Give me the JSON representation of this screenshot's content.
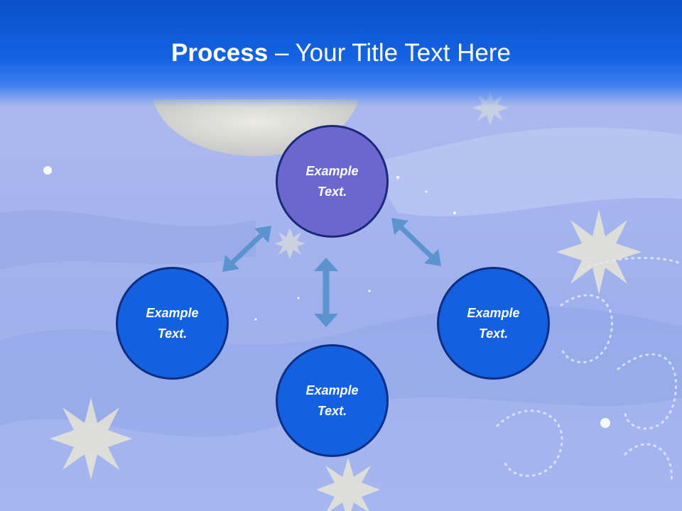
{
  "slide": {
    "title_bold": "Process",
    "title_rest": " – Your Title Text Here"
  },
  "diagram": {
    "center_top": {
      "line1": "Example",
      "line2": "Text."
    },
    "left": {
      "line1": "Example",
      "line2": "Text."
    },
    "right": {
      "line1": "Example",
      "line2": "Text."
    },
    "bottom": {
      "line1": "Example",
      "line2": "Text."
    }
  },
  "colors": {
    "header_blue": "#1463e3",
    "top_circle": "#6b67cf",
    "other_circles": "#1361e0",
    "arrows": "#5a93d0"
  }
}
